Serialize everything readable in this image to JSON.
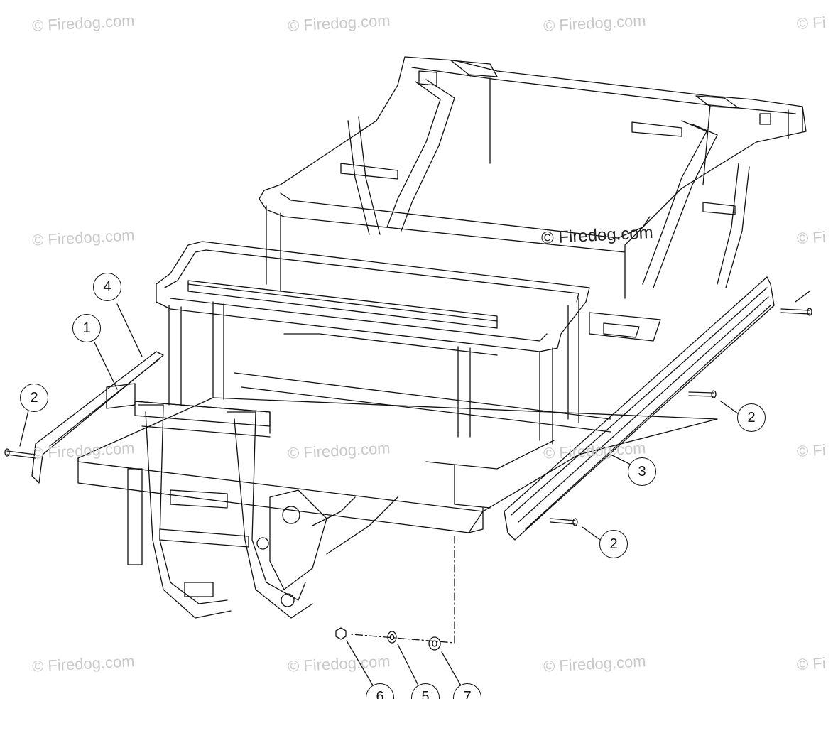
{
  "watermark": {
    "text": "© Firedog.com",
    "partial": "© Fi"
  },
  "callouts": [
    {
      "id": "c4",
      "label": "4"
    },
    {
      "id": "c1",
      "label": "1"
    },
    {
      "id": "c2a",
      "label": "2"
    },
    {
      "id": "c2b",
      "label": "2"
    },
    {
      "id": "c3",
      "label": "3"
    },
    {
      "id": "c2c",
      "label": "2"
    },
    {
      "id": "c6",
      "label": "6"
    },
    {
      "id": "c5",
      "label": "5"
    },
    {
      "id": "c7",
      "label": "7"
    }
  ],
  "colors": {
    "line": "#111111",
    "watermark": "#c9c9c9",
    "background": "#ffffff"
  }
}
